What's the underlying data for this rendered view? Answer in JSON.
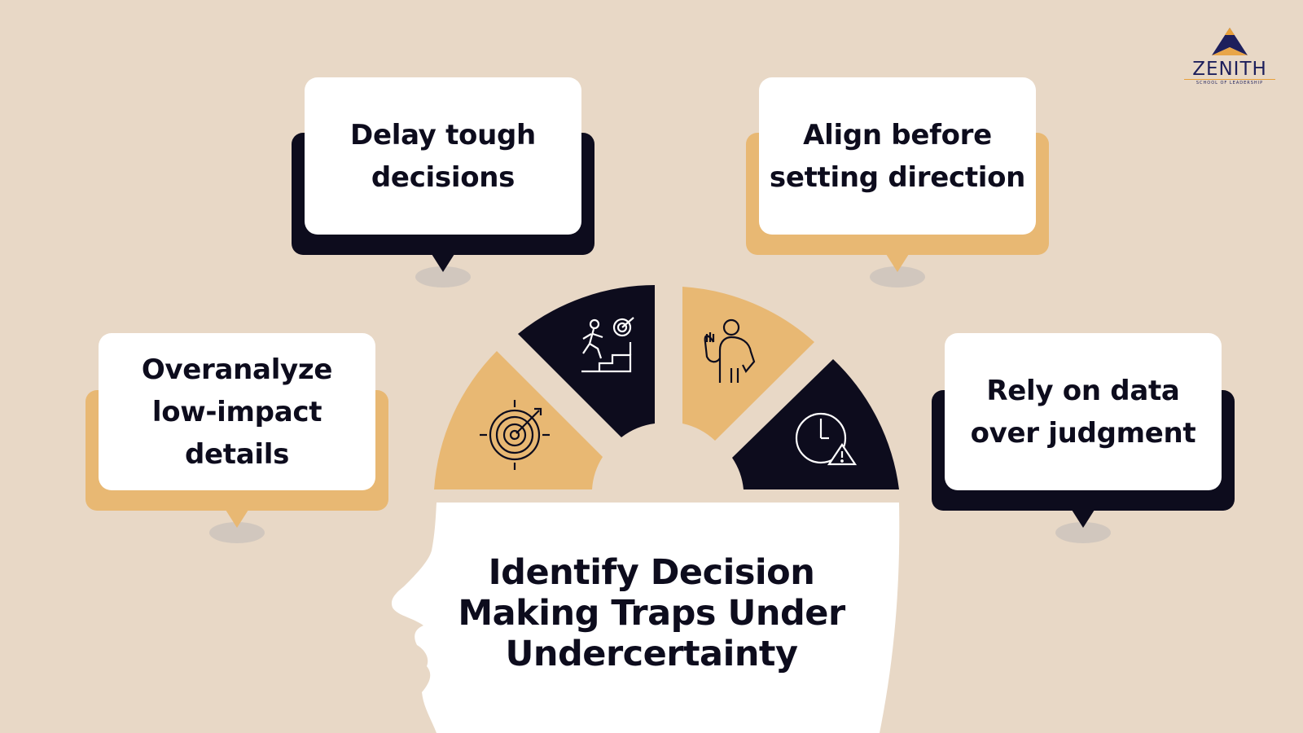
{
  "brand": {
    "name": "ZENITH",
    "tagline": "SCHOOL OF LEADERSHIP"
  },
  "center_title": "Identify Decision Making Traps Under Undercertainty",
  "traps": [
    {
      "label": "Overanalyze low-impact details",
      "accent": "#e8b873",
      "icon": "target-arrow-icon"
    },
    {
      "label": "Delay tough decisions",
      "accent": "#0d0c1d",
      "icon": "stairs-goal-icon"
    },
    {
      "label": "Align before setting direction",
      "accent": "#e8b873",
      "icon": "person-stop-hand-icon"
    },
    {
      "label": "Rely on data over judgment",
      "accent": "#0d0c1d",
      "icon": "clock-warning-icon"
    }
  ],
  "colors": {
    "background": "#e8d8c6",
    "gold": "#e8b873",
    "navy": "#0d0c1d",
    "card": "#ffffff"
  }
}
